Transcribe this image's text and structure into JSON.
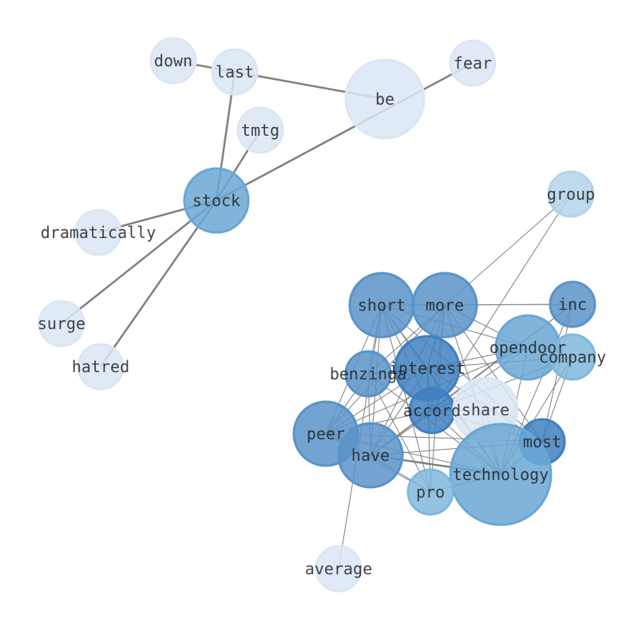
{
  "title": "Word co-occurrence network",
  "colors": {
    "light": "#dbe6f4",
    "pale": "#b3d4ea",
    "mid": "#6aa7d4",
    "medium": "#80b8dc",
    "strong": "#5a93c8",
    "dark": "#3f80c0",
    "edge": "#808080"
  },
  "nodes": [
    {
      "id": "down",
      "weight": 1,
      "tone": "light"
    },
    {
      "id": "last",
      "weight": 1,
      "tone": "light"
    },
    {
      "id": "be",
      "weight": 3,
      "tone": "light"
    },
    {
      "id": "fear",
      "weight": 1,
      "tone": "light"
    },
    {
      "id": "tmtg",
      "weight": 1,
      "tone": "light"
    },
    {
      "id": "stock",
      "weight": 2,
      "tone": "mid"
    },
    {
      "id": "dramatically",
      "weight": 1,
      "tone": "light"
    },
    {
      "id": "surge",
      "weight": 1,
      "tone": "light"
    },
    {
      "id": "hatred",
      "weight": 1,
      "tone": "light"
    },
    {
      "id": "group",
      "weight": 1,
      "tone": "pale"
    },
    {
      "id": "short",
      "weight": 2,
      "tone": "strong"
    },
    {
      "id": "more",
      "weight": 2,
      "tone": "strong"
    },
    {
      "id": "inc",
      "weight": 1,
      "tone": "strong"
    },
    {
      "id": "opendoor",
      "weight": 2,
      "tone": "mid"
    },
    {
      "id": "company",
      "weight": 1,
      "tone": "medium"
    },
    {
      "id": "benzinga",
      "weight": 1,
      "tone": "strong"
    },
    {
      "id": "interest",
      "weight": 2,
      "tone": "dark"
    },
    {
      "id": "accord",
      "weight": 1,
      "tone": "dark"
    },
    {
      "id": "share",
      "weight": 2,
      "tone": "light"
    },
    {
      "id": "peer",
      "weight": 2,
      "tone": "strong"
    },
    {
      "id": "have",
      "weight": 2,
      "tone": "strong"
    },
    {
      "id": "most",
      "weight": 1,
      "tone": "dark"
    },
    {
      "id": "technology",
      "weight": 4,
      "tone": "mid"
    },
    {
      "id": "pro",
      "weight": 1,
      "tone": "medium"
    },
    {
      "id": "average",
      "weight": 1,
      "tone": "light"
    }
  ],
  "edges": [
    [
      "down",
      "last",
      1
    ],
    [
      "last",
      "be",
      1
    ],
    [
      "last",
      "stock",
      1
    ],
    [
      "tmtg",
      "stock",
      1
    ],
    [
      "stock",
      "fear",
      1
    ],
    [
      "stock",
      "dramatically",
      1
    ],
    [
      "stock",
      "surge",
      1
    ],
    [
      "stock",
      "hatred",
      1
    ],
    [
      "group",
      "more",
      0
    ],
    [
      "group",
      "accord",
      0
    ],
    [
      "average",
      "short",
      0
    ],
    [
      "short",
      "more",
      0
    ],
    [
      "short",
      "inc",
      0
    ],
    [
      "short",
      "interest",
      0
    ],
    [
      "short",
      "accord",
      0
    ],
    [
      "short",
      "peer",
      0
    ],
    [
      "short",
      "have",
      0
    ],
    [
      "short",
      "benzinga",
      0
    ],
    [
      "short",
      "technology",
      0
    ],
    [
      "short",
      "most",
      0
    ],
    [
      "short",
      "opendoor",
      0
    ],
    [
      "short",
      "pro",
      0
    ],
    [
      "more",
      "inc",
      0
    ],
    [
      "more",
      "interest",
      0
    ],
    [
      "more",
      "accord",
      0
    ],
    [
      "more",
      "peer",
      0
    ],
    [
      "more",
      "have",
      0
    ],
    [
      "more",
      "benzinga",
      0
    ],
    [
      "more",
      "technology",
      0
    ],
    [
      "more",
      "most",
      0
    ],
    [
      "more",
      "opendoor",
      0
    ],
    [
      "more",
      "pro",
      0
    ],
    [
      "inc",
      "accord",
      0
    ],
    [
      "inc",
      "technology",
      0
    ],
    [
      "inc",
      "most",
      0
    ],
    [
      "inc",
      "have",
      0
    ],
    [
      "opendoor",
      "technology",
      0
    ],
    [
      "opendoor",
      "interest",
      0
    ],
    [
      "opendoor",
      "peer",
      0
    ],
    [
      "opendoor",
      "have",
      0
    ],
    [
      "company",
      "interest",
      0
    ],
    [
      "company",
      "technology",
      0
    ],
    [
      "company",
      "accord",
      0
    ],
    [
      "company",
      "most",
      0
    ],
    [
      "benzinga",
      "peer",
      0
    ],
    [
      "benzinga",
      "have",
      0
    ],
    [
      "benzinga",
      "technology",
      0
    ],
    [
      "benzinga",
      "interest",
      0
    ],
    [
      "benzinga",
      "pro",
      0
    ],
    [
      "interest",
      "accord",
      0
    ],
    [
      "interest",
      "peer",
      0
    ],
    [
      "interest",
      "have",
      0
    ],
    [
      "interest",
      "technology",
      0
    ],
    [
      "interest",
      "pro",
      0
    ],
    [
      "interest",
      "most",
      0
    ],
    [
      "accord",
      "peer",
      0
    ],
    [
      "accord",
      "have",
      0
    ],
    [
      "accord",
      "technology",
      0
    ],
    [
      "accord",
      "most",
      0
    ],
    [
      "share",
      "technology",
      0
    ],
    [
      "share",
      "accord",
      0
    ],
    [
      "peer",
      "have",
      0
    ],
    [
      "peer",
      "most",
      0
    ],
    [
      "peer",
      "technology",
      0
    ],
    [
      "peer",
      "pro",
      0
    ],
    [
      "have",
      "technology",
      1
    ],
    [
      "have",
      "most",
      0
    ],
    [
      "have",
      "pro",
      0
    ],
    [
      "most",
      "technology",
      0
    ],
    [
      "pro",
      "technology",
      0
    ]
  ]
}
